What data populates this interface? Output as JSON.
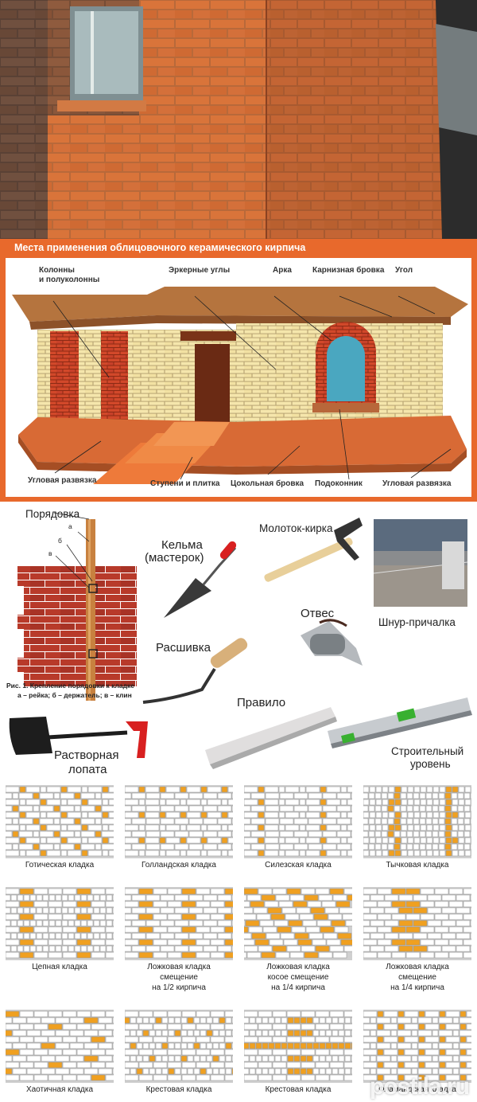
{
  "diagram": {
    "title": "Места применения облицовочного керамического кирпича",
    "labels": {
      "columns": "Колонны\nи полуколонны",
      "bay_corners": "Эркерные углы",
      "arch": "Арка",
      "cornice": "Карнизная бровка",
      "corner": "Угол",
      "corner_tie_left": "Угловая развязка",
      "steps": "Ступени и плитка",
      "plinth": "Цокольная бровка",
      "sill": "Подоконник",
      "corner_tie_right": "Угловая развязка"
    }
  },
  "tools": {
    "poryadovka": "Порядовка",
    "kelma": "Кельма",
    "kelma_sub": "(мастерок)",
    "hammer": "Молоток-кирка",
    "otves": "Отвес",
    "cord": "Шнур-причалка",
    "rasshivka": "Расшивка",
    "pravilo": "Правило",
    "shovel_1": "Растворная",
    "shovel_2": "лопата",
    "level_1": "Строительный",
    "level_2": "уровень",
    "caption_1": "Рис. 1. Крепление порядовки к кладке",
    "caption_2": "а – рейка; б – держатель; в – клин",
    "mark_a": "а",
    "mark_b": "б",
    "mark_v": "в"
  },
  "bonds": [
    {
      "name": "Готическая кладка",
      "sub1": "",
      "sub2": ""
    },
    {
      "name": "Голландская кладка",
      "sub1": "",
      "sub2": ""
    },
    {
      "name": "Силезская кладка",
      "sub1": "",
      "sub2": ""
    },
    {
      "name": "Тычковая кладка",
      "sub1": "",
      "sub2": ""
    },
    {
      "name": "Цепная кладка",
      "sub1": "",
      "sub2": ""
    },
    {
      "name": "Ложковая кладка",
      "sub1": "смещение",
      "sub2": "на 1/2 кирпича"
    },
    {
      "name": "Ложковая кладка",
      "sub1": "косое смещение",
      "sub2": "на 1/4 кирпича"
    },
    {
      "name": "Ложковая кладка",
      "sub1": "смещение",
      "sub2": "на 1/4 кирпича"
    },
    {
      "name": "Хаотичная кладка",
      "sub1": "",
      "sub2": ""
    },
    {
      "name": "Крестовая кладка",
      "sub1": "",
      "sub2": ""
    },
    {
      "name": "Крестовая кладка",
      "sub1": "",
      "sub2": ""
    },
    {
      "name": "Фламандская кладка",
      "sub1": "",
      "sub2": ""
    }
  ],
  "watermark": "postila.ru",
  "colors": {
    "brick": "#c9602e",
    "orange": "#e8692c",
    "bond_accent": "#f0a020",
    "pale_brick": "#f3e3a8"
  }
}
